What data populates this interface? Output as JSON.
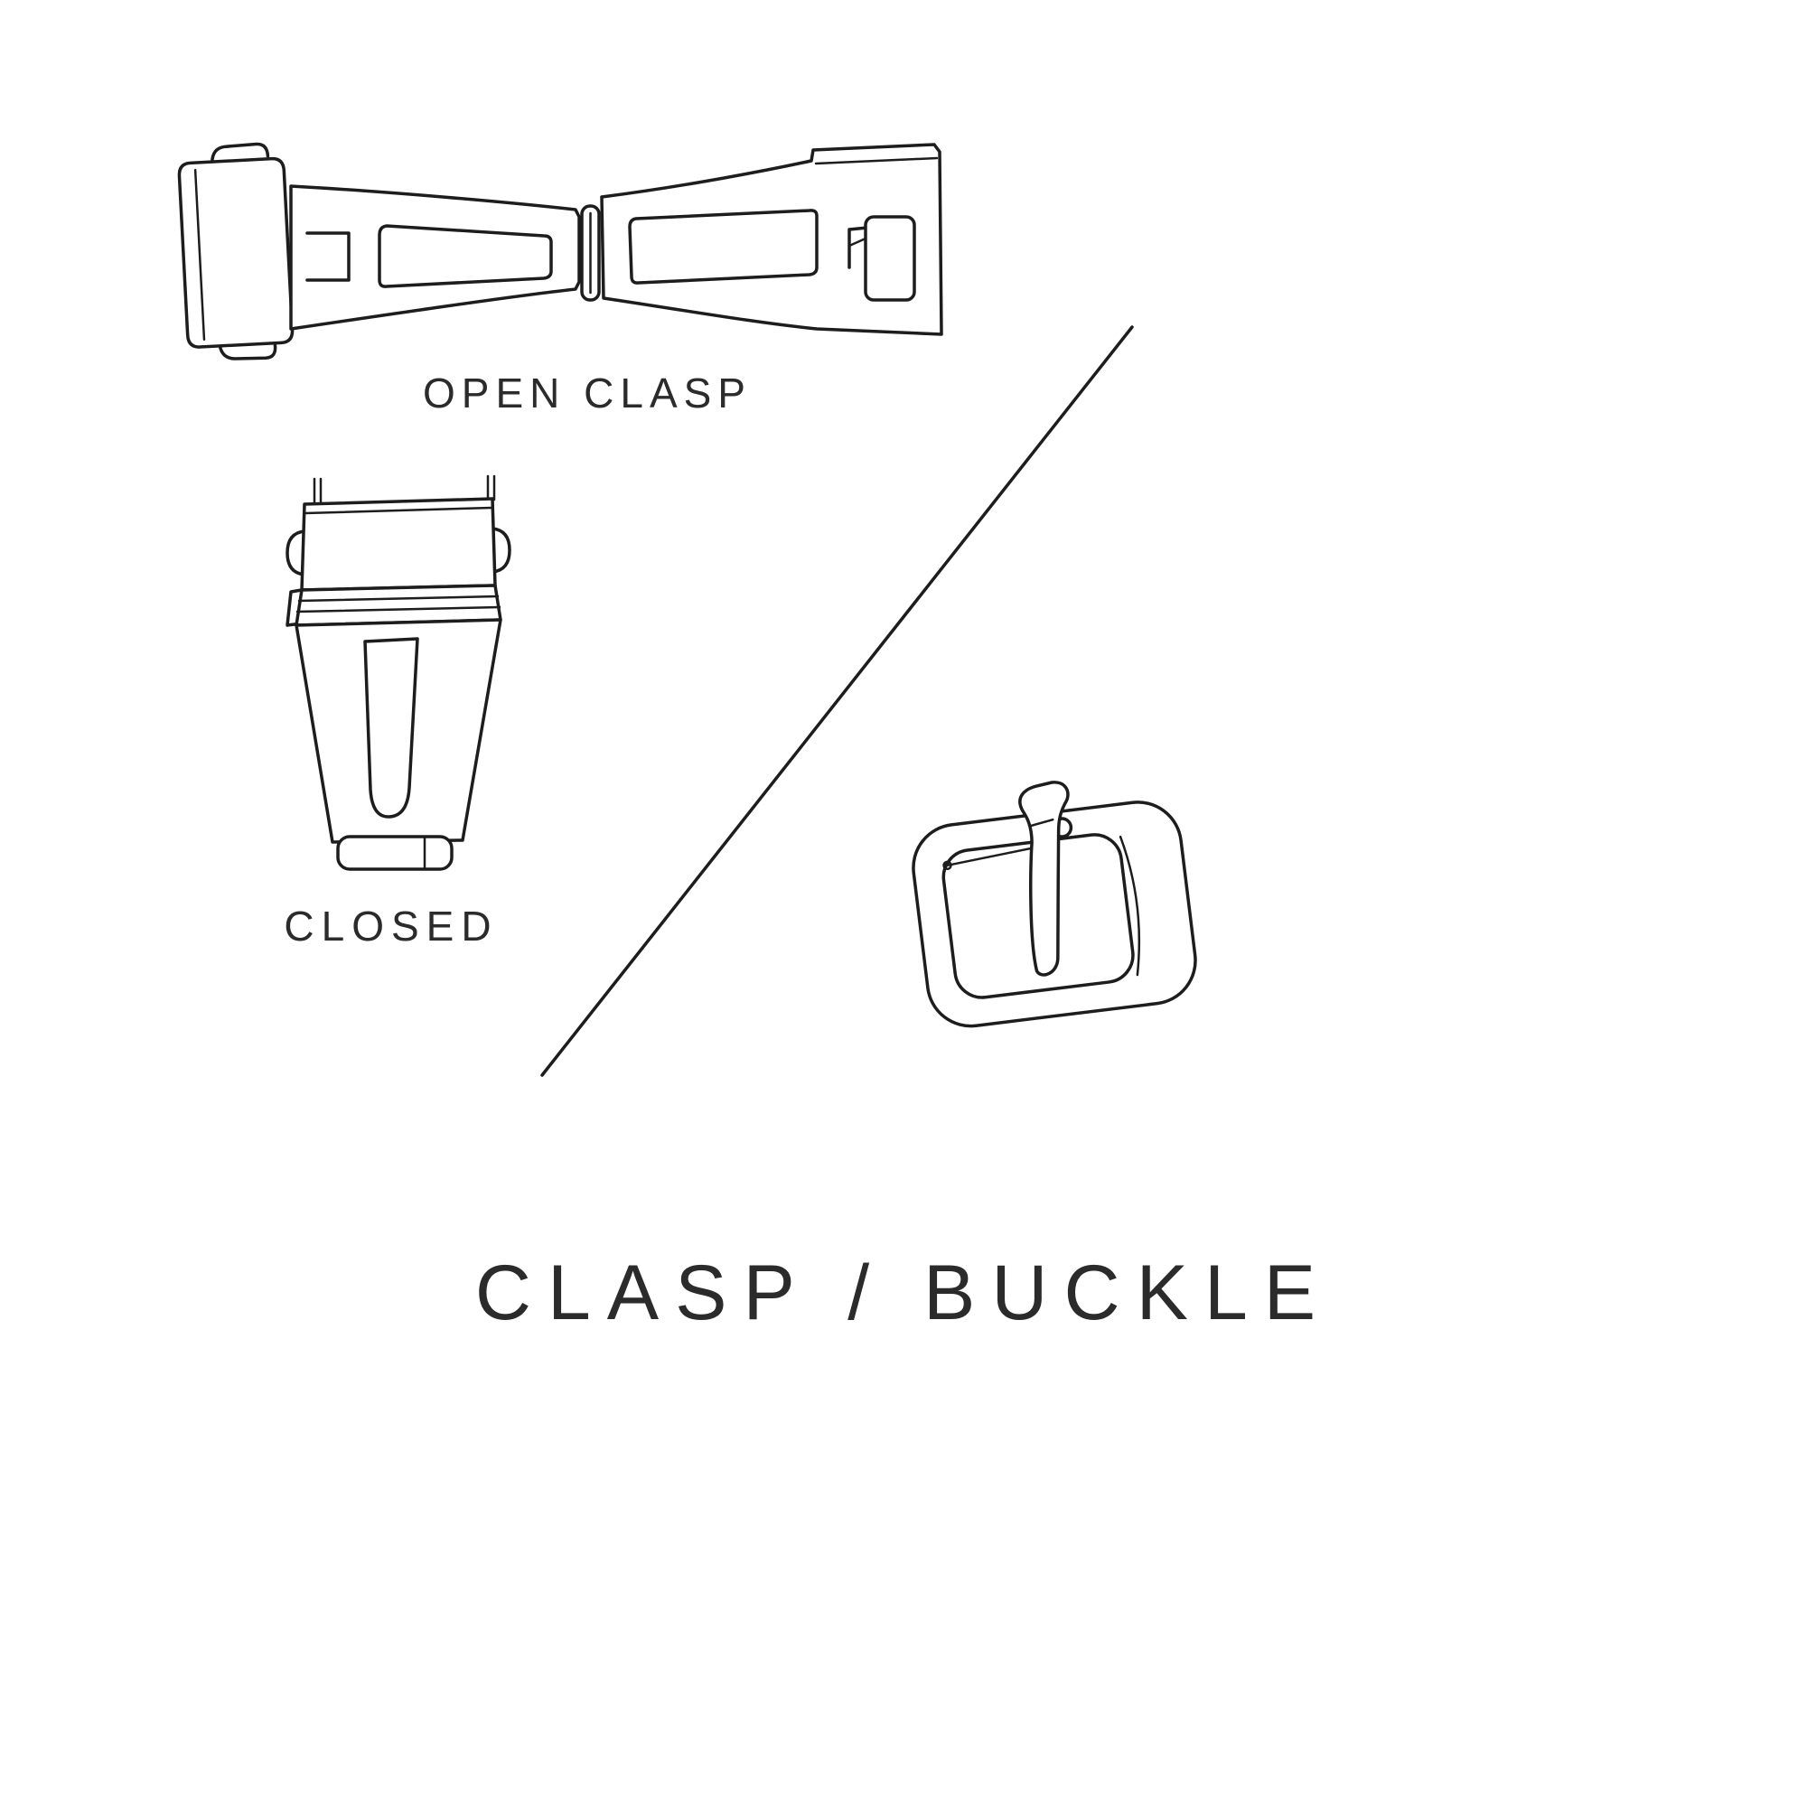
{
  "page": {
    "background_color": "#ffffff",
    "line_color": "#1d1d1d",
    "text_color": "#2b2b2b"
  },
  "labels": {
    "open_clasp": "OPEN CLASP",
    "closed": "CLOSED",
    "title": "CLASP / BUCKLE"
  }
}
